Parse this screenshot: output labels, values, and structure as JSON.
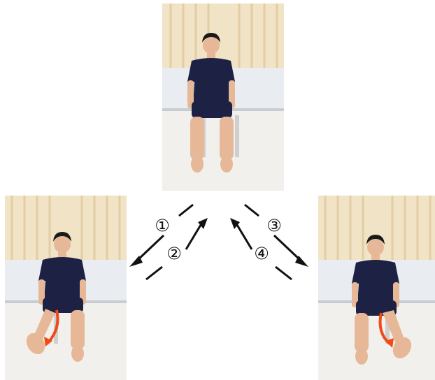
{
  "steps": [
    {
      "label": "①"
    },
    {
      "label": "②"
    },
    {
      "label": "③"
    },
    {
      "label": "④"
    }
  ],
  "colors": {
    "curtain": "#f1e3c6",
    "curtain_fold": "#e6d2ab",
    "wall": "#e9ecf0",
    "floor": "#f2f0ec",
    "shirt": "#1d2244",
    "skin": "#e7b897",
    "hair": "#1a1a1a",
    "chair": "#cfcfcf",
    "motion_arrow": "#f04a18",
    "step_arrow": "#111111"
  },
  "icons": {
    "top": "person-seated-neutral",
    "left": "person-seated-left-leg-raised",
    "right": "person-seated-right-leg-raised"
  }
}
